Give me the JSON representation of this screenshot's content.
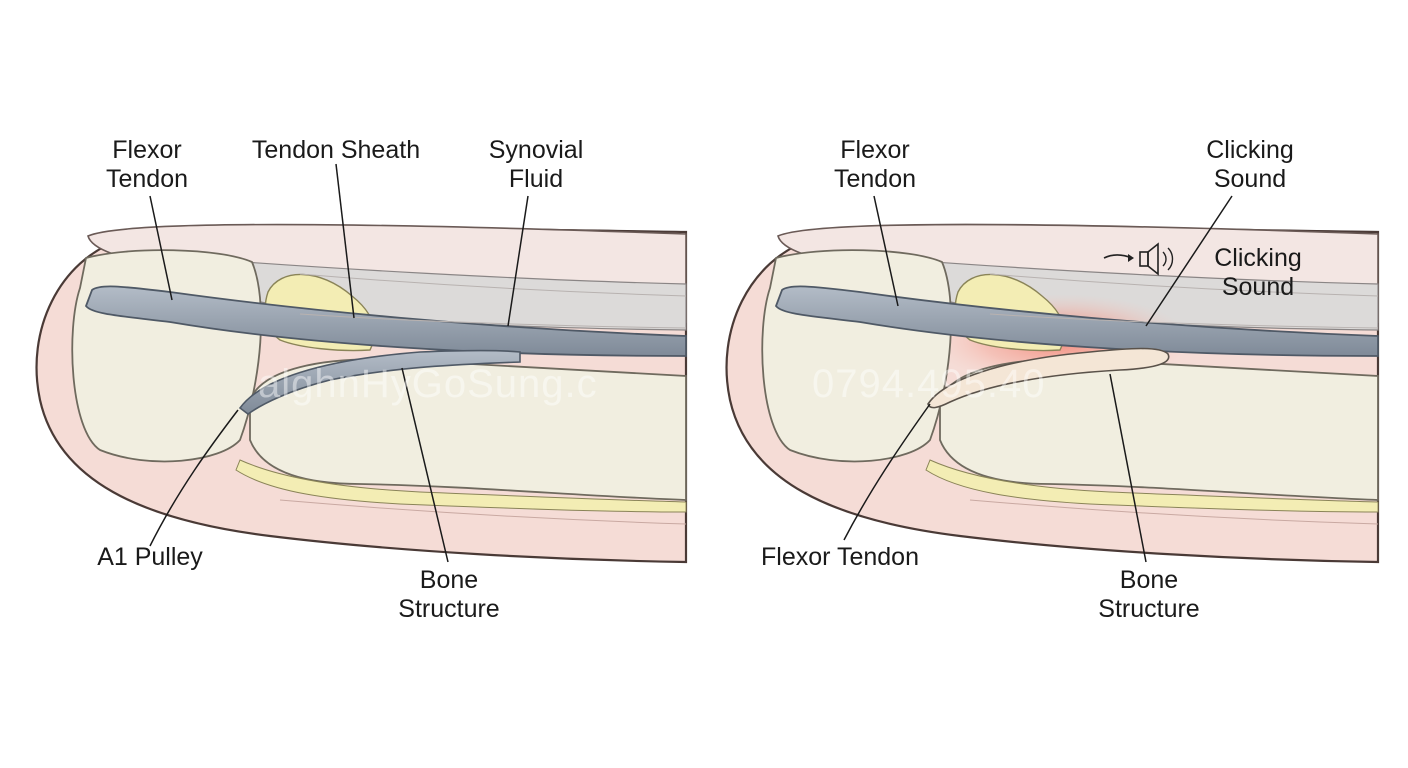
{
  "left_panel": {
    "labels": {
      "flexor_tendon": [
        "Flexor",
        "Tendon"
      ],
      "tendon_sheath": "Tendon Sheath",
      "synovial_fluid": [
        "Synovial",
        "Fluid"
      ],
      "a1_pulley": "A1 Pulley",
      "bone_structure": [
        "Bone",
        "Structure"
      ]
    }
  },
  "right_panel": {
    "labels": {
      "flexor_tendon_top": [
        "Flexor",
        "Tendon"
      ],
      "clicking_sound_top": [
        "Clicking",
        "Sound"
      ],
      "clicking_sound_side": [
        "Clicking",
        "Sound"
      ],
      "flexor_tendon_bottom": "Flexor Tendon",
      "bone_structure": [
        "Bone",
        "Structure"
      ]
    },
    "icon": "speaker-sound-icon"
  },
  "watermark": {
    "left": "alghnHyGoSung.c",
    "right": "0794.495.40"
  },
  "colors": {
    "skin": "#f5dcd6",
    "skin_outline": "#4a3a36",
    "bone": "#f1eee0",
    "sheath": "#f3edb4",
    "tendon": "#8d97a4",
    "tendon_dark": "#505a66",
    "inflammation": "#f08a7a"
  }
}
